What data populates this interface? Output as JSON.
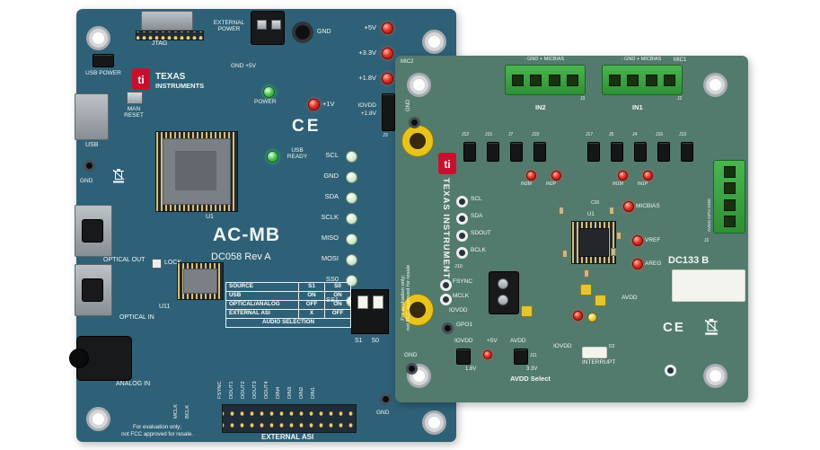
{
  "colors": {
    "left_board": "#2e6177",
    "right_board": "#527b6e",
    "led_red": "#e23025",
    "led_green": "#49c653",
    "terminal_green": "#3aa83f",
    "ti_red": "#c8102e",
    "gold": "#e2bd62"
  },
  "left_board": {
    "title": "AC-MB",
    "revision": "DC058  Rev A",
    "brand": {
      "line1": "TEXAS",
      "line2": "INSTRUMENTS"
    },
    "jtag": "JTAG",
    "external_power": "EXTERNAL POWER",
    "gnd_plus5v": "GND +5V",
    "gnd_top": "GND",
    "usb_power": "USB POWER",
    "usb": "USB",
    "man_reset": "MAN RESET",
    "power": "POWER",
    "ce": "CE",
    "power_rail_leds": [
      "+5V",
      "+3.3V",
      "+1.8V"
    ],
    "one_volt_led": "+1V",
    "iovdd_jumper": {
      "line1": "IOVDD",
      "line2": "+1.8V",
      "ref": "J3"
    },
    "usb_ready": "USB READY",
    "signal_leds": [
      "SCL",
      "GND",
      "SDA",
      "SCLK",
      "MISO",
      "MOSI",
      "SS0",
      "SS1"
    ],
    "u1": "U1",
    "u11": "U11",
    "lock": "LOCK",
    "gnd_left": "GND",
    "gnd_bottom": "GND",
    "optical_out": "OPTICAL OUT",
    "optical_in": "OPTICAL IN",
    "analog_in": "ANALOG IN",
    "audio_table": {
      "headers": [
        "SOURCE",
        "S1",
        "S0"
      ],
      "rows": [
        [
          "USB",
          "ON",
          "ON"
        ],
        [
          "OPTICAL/ANALOG",
          "OFF",
          "ON"
        ],
        [
          "EXTERNAL ASI",
          "X",
          "OFF"
        ]
      ],
      "caption": "AUDIO SELECTION"
    },
    "dip_caption": "S1 S0",
    "asi_side_pins": [
      "MCLK",
      "BCLK"
    ],
    "asi_pins": [
      "FSYNC",
      "DOUT1",
      "DOUT2",
      "DOUT3",
      "DOUT4",
      "DIN4",
      "DIN3",
      "DIN2",
      "DIN1"
    ],
    "external_asi": "EXTERNAL ASI",
    "disclaimer_line1": "For evaluation only;",
    "disclaimer_line2": "not FCC approved for resale."
  },
  "right_board": {
    "title": "DC133 B",
    "mic2": "MIC2",
    "mic1": "MIC1",
    "terminal_label_left": "- GND + MICBIAS",
    "terminal_label_right": "- GND + MICBIAS",
    "j3": "J3",
    "j2": "J2",
    "in2": "IN2",
    "in1": "IN1",
    "jumpers_left": [
      "J12",
      "J15",
      "J7",
      "J19"
    ],
    "jumpers_right": [
      "J17",
      "J5",
      "J4",
      "J16",
      "J13"
    ],
    "input_leds": [
      "IN2M",
      "IN2P",
      "IN1M",
      "IN1P"
    ],
    "brand_vertical": "TEXAS INSTRUMENTS",
    "disclaimer_line1": "For evaluation only;",
    "disclaimer_line2": "not FCC approved for resale",
    "gnd_top": "GND",
    "gnd_bottom": "GND",
    "testpoints": [
      "SCL",
      "SDA",
      "SDOUT",
      "BCLK"
    ],
    "j10": "J10",
    "fsync": "FSYNC",
    "mclk": "MCLK",
    "iovdd_tp": "IOVDD",
    "gpo1": "GPO1",
    "u1": "U1",
    "c26": "C26",
    "micbias": "MICBIAS",
    "vref": "VREF",
    "areg": "AREG",
    "avdd": "AVDD",
    "ce": "CE",
    "connector_label": "AVDD GPO GND",
    "j1": "J1",
    "iovdd_select": "IOVDD",
    "plus5v": "+5V",
    "avdd_sel_label": "AVDD",
    "v18": "1.8V",
    "v33": "3.3V",
    "j11": "J11",
    "iovdd2": "IOVDD",
    "d2": "D2",
    "interrupt": "INTERRUPT",
    "avdd_select": "AVDD Select"
  }
}
